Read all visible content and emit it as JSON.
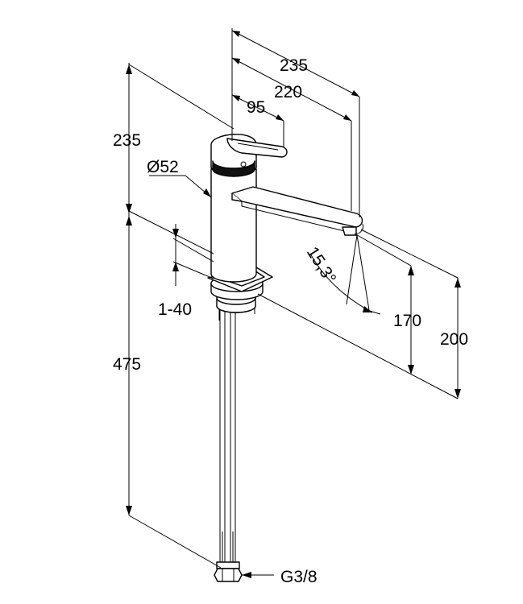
{
  "dimensions": {
    "width_outer": "235",
    "width_inner": "220",
    "handle_offset": "95",
    "top_height": "235",
    "diameter": "Ø52",
    "deck_thickness": "1-40",
    "hose_length": "475",
    "spout_angle": "15,3°",
    "spout_height_170": "170",
    "spout_height_200": "200",
    "connection": "G3/8"
  }
}
